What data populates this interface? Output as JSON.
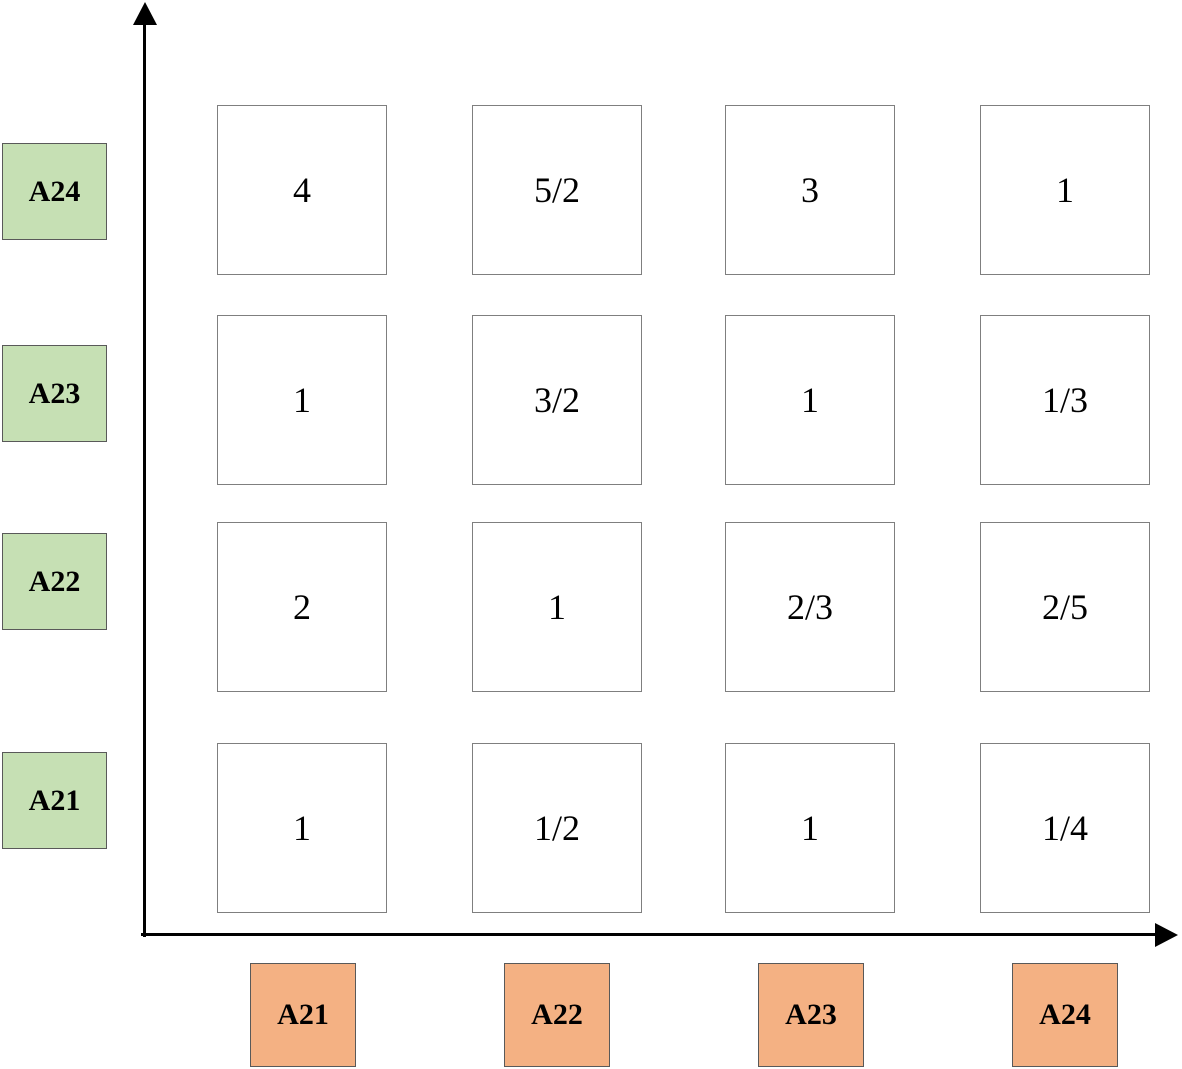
{
  "diagram": {
    "type": "pairwise-comparison-matrix",
    "row_labels": [
      "A24",
      "A23",
      "A22",
      "A21"
    ],
    "col_labels": [
      "A21",
      "A22",
      "A23",
      "A24"
    ],
    "matrix": [
      [
        "4",
        "5/2",
        "3",
        "1"
      ],
      [
        "1",
        "3/2",
        "1",
        "1/3"
      ],
      [
        "2",
        "1",
        "2/3",
        "2/5"
      ],
      [
        "1",
        "1/2",
        "1",
        "1/4"
      ]
    ],
    "colors": {
      "row_label_fill": "#c6e0b4",
      "col_label_fill": "#f4b183",
      "label_border": "#595959",
      "cell_border": "#7f7f7f",
      "cell_fill": "#ffffff",
      "axis": "#000000",
      "text": "#000000"
    }
  }
}
